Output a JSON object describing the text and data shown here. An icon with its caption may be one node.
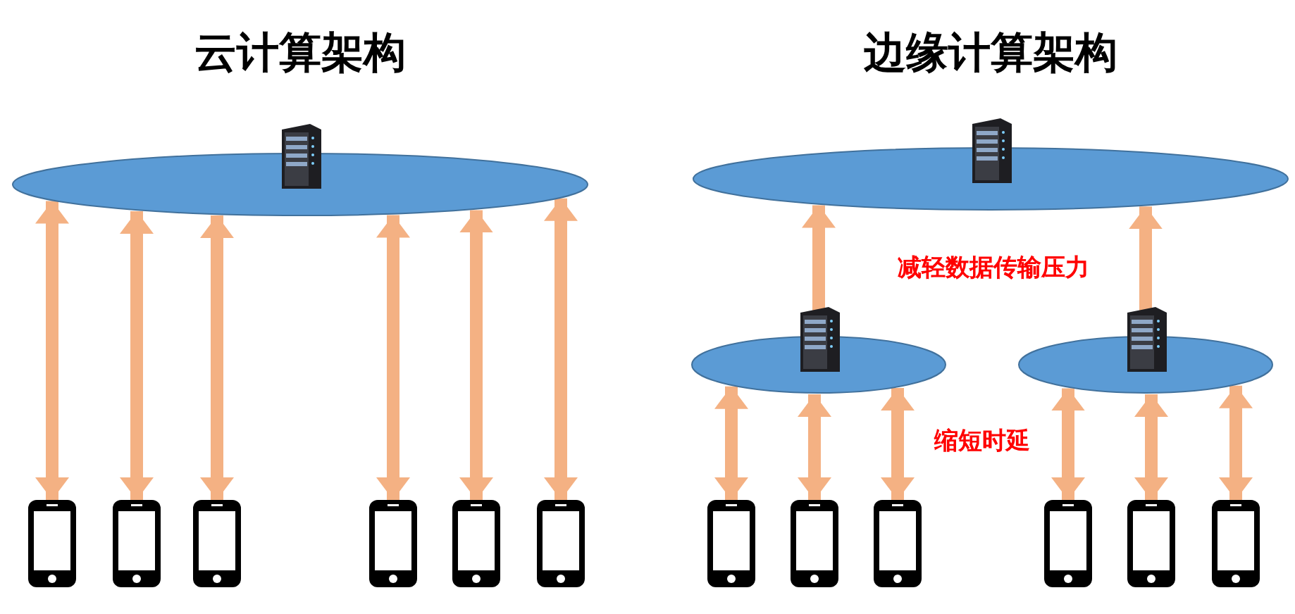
{
  "diagram": {
    "nodes": [
      {
        "text": [],
        "shape": "ellipse"
      },
      {
        "text": [],
        "shape": "phone"
      },
      {
        "text": [],
        "shape": "phone"
      },
      {
        "text": [],
        "shape": "phone"
      },
      {
        "text": [],
        "shape": "phone"
      },
      {
        "text": [],
        "shape": "phone"
      },
      {
        "text": [],
        "shape": "phone"
      },
      {
        "text": [],
        "shape": "ellipse"
      },
      {
        "text": [],
        "shape": "ellipse"
      },
      {
        "text": [],
        "shape": "ellipse"
      },
      {
        "text": [],
        "shape": "phone"
      },
      {
        "text": [],
        "shape": "phone"
      },
      {
        "text": [],
        "shape": "phone"
      },
      {
        "text": [],
        "shape": "phone"
      },
      {
        "text": [],
        "shape": "phone"
      },
      {
        "text": [],
        "shape": "phone"
      }
    ],
    "edges": [
      {
        "from": 0,
        "to": 1,
        "arrow": "both"
      },
      {
        "from": 0,
        "to": 2,
        "arrow": "both"
      },
      {
        "from": 0,
        "to": 3,
        "arrow": "both"
      },
      {
        "from": 0,
        "to": 4,
        "arrow": "both"
      },
      {
        "from": 0,
        "to": 5,
        "arrow": "both"
      },
      {
        "from": 0,
        "to": 6,
        "arrow": "both"
      },
      {
        "from": 7,
        "to": 8,
        "arrow": "both"
      },
      {
        "from": 7,
        "to": 9,
        "arrow": "both"
      },
      {
        "from": 8,
        "to": 10,
        "arrow": "both"
      },
      {
        "from": 8,
        "to": 11,
        "arrow": "both"
      },
      {
        "from": 8,
        "to": 12,
        "arrow": "both"
      },
      {
        "from": 9,
        "to": 13,
        "arrow": "both"
      },
      {
        "from": 9,
        "to": 14,
        "arrow": "both"
      },
      {
        "from": 9,
        "to": 15,
        "arrow": "both"
      }
    ],
    "labels": [
      "云计算架构",
      "边缘计算架构",
      "减轻数据传输压力",
      "缩短时延"
    ]
  }
}
